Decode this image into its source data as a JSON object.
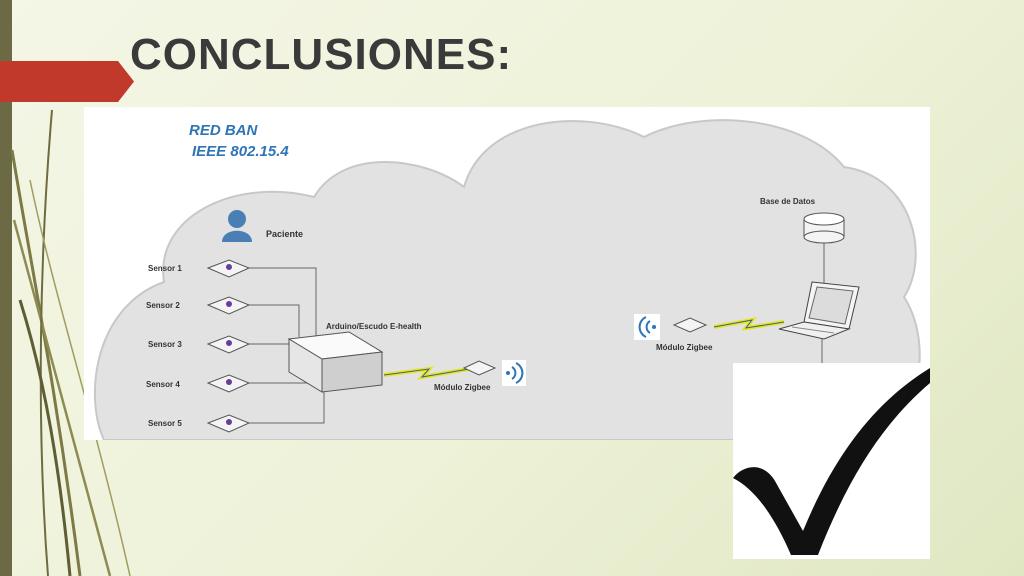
{
  "slide": {
    "title": "CONCLUSIONES:"
  },
  "diagram": {
    "network_name": "RED BAN",
    "standard": "IEEE 802.15.4",
    "patient_label": "Paciente",
    "sensors": [
      "Sensor 1",
      "Sensor 2",
      "Sensor 3",
      "Sensor 4",
      "Sensor 5"
    ],
    "controller_label": "Arduino/Escudo E-health",
    "zigbee_left_label": "Módulo Zigbee",
    "zigbee_right_label": "Módulo Zigbee",
    "database_label": "Base de Datos"
  },
  "icons": [
    "person-icon",
    "sensor-icon",
    "device-box-icon",
    "zigbee-module-icon",
    "wireless-signal-icon",
    "lightning-link-icon",
    "database-icon",
    "laptop-icon",
    "checkmark-icon"
  ],
  "colors": {
    "accent_red": "#c0392b",
    "title_text": "#3a3a3a",
    "diagram_blue": "#2e75b6",
    "cloud": "#e2e2e2",
    "link_yellow": "#e6e619"
  }
}
